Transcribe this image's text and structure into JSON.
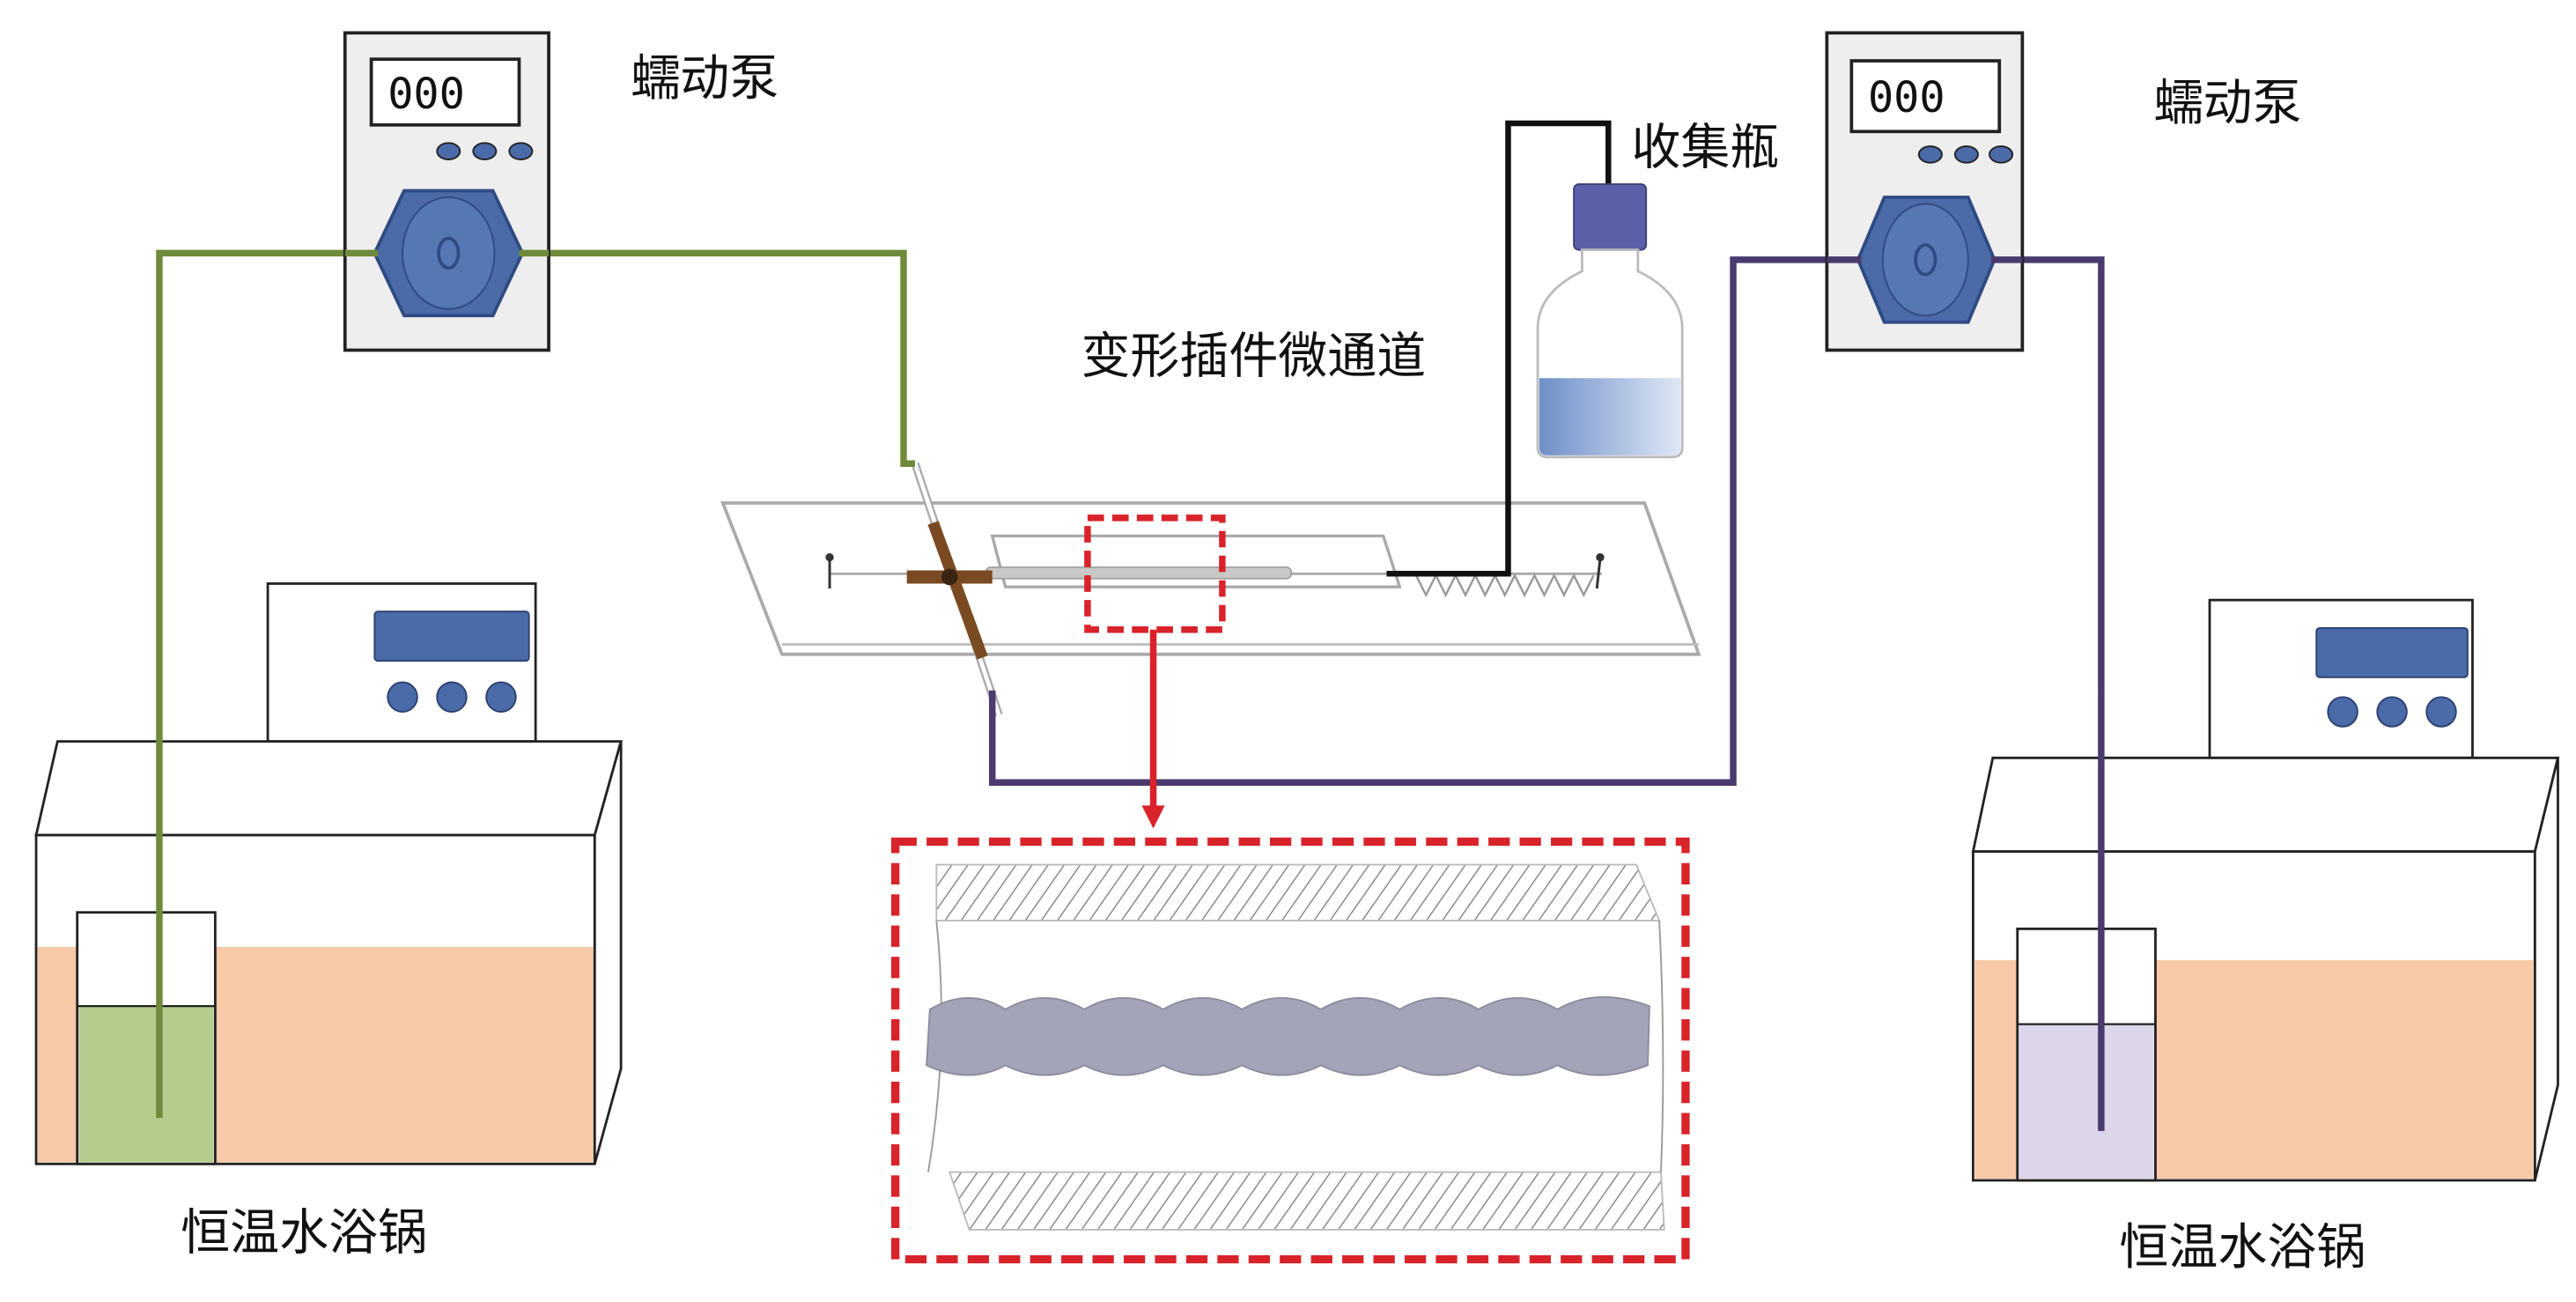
{
  "labels": {
    "pump_left": "蠕动泵",
    "pump_right": "蠕动泵",
    "collection_bottle": "收集瓶",
    "microchannel": "变形插件微通道",
    "bath_left": "恒温水浴锅",
    "bath_right": "恒温水浴锅"
  },
  "pump_display": "000",
  "colors": {
    "green_tube": "#6f8a3a",
    "purple_tube": "#4a3a6e",
    "pump_head": "#4a6aa8",
    "bath_water": "#f7c9a6",
    "beaker_green": "#b5cc8e",
    "beaker_purple": "#ddd6ea",
    "highlight_red": "#d9232a",
    "bath_display": "#4a6aa8",
    "bottle_liquid": "#7f9fd0",
    "bottle_cap": "#5a5fa8",
    "fluid_stream": "#a4a4b8"
  }
}
